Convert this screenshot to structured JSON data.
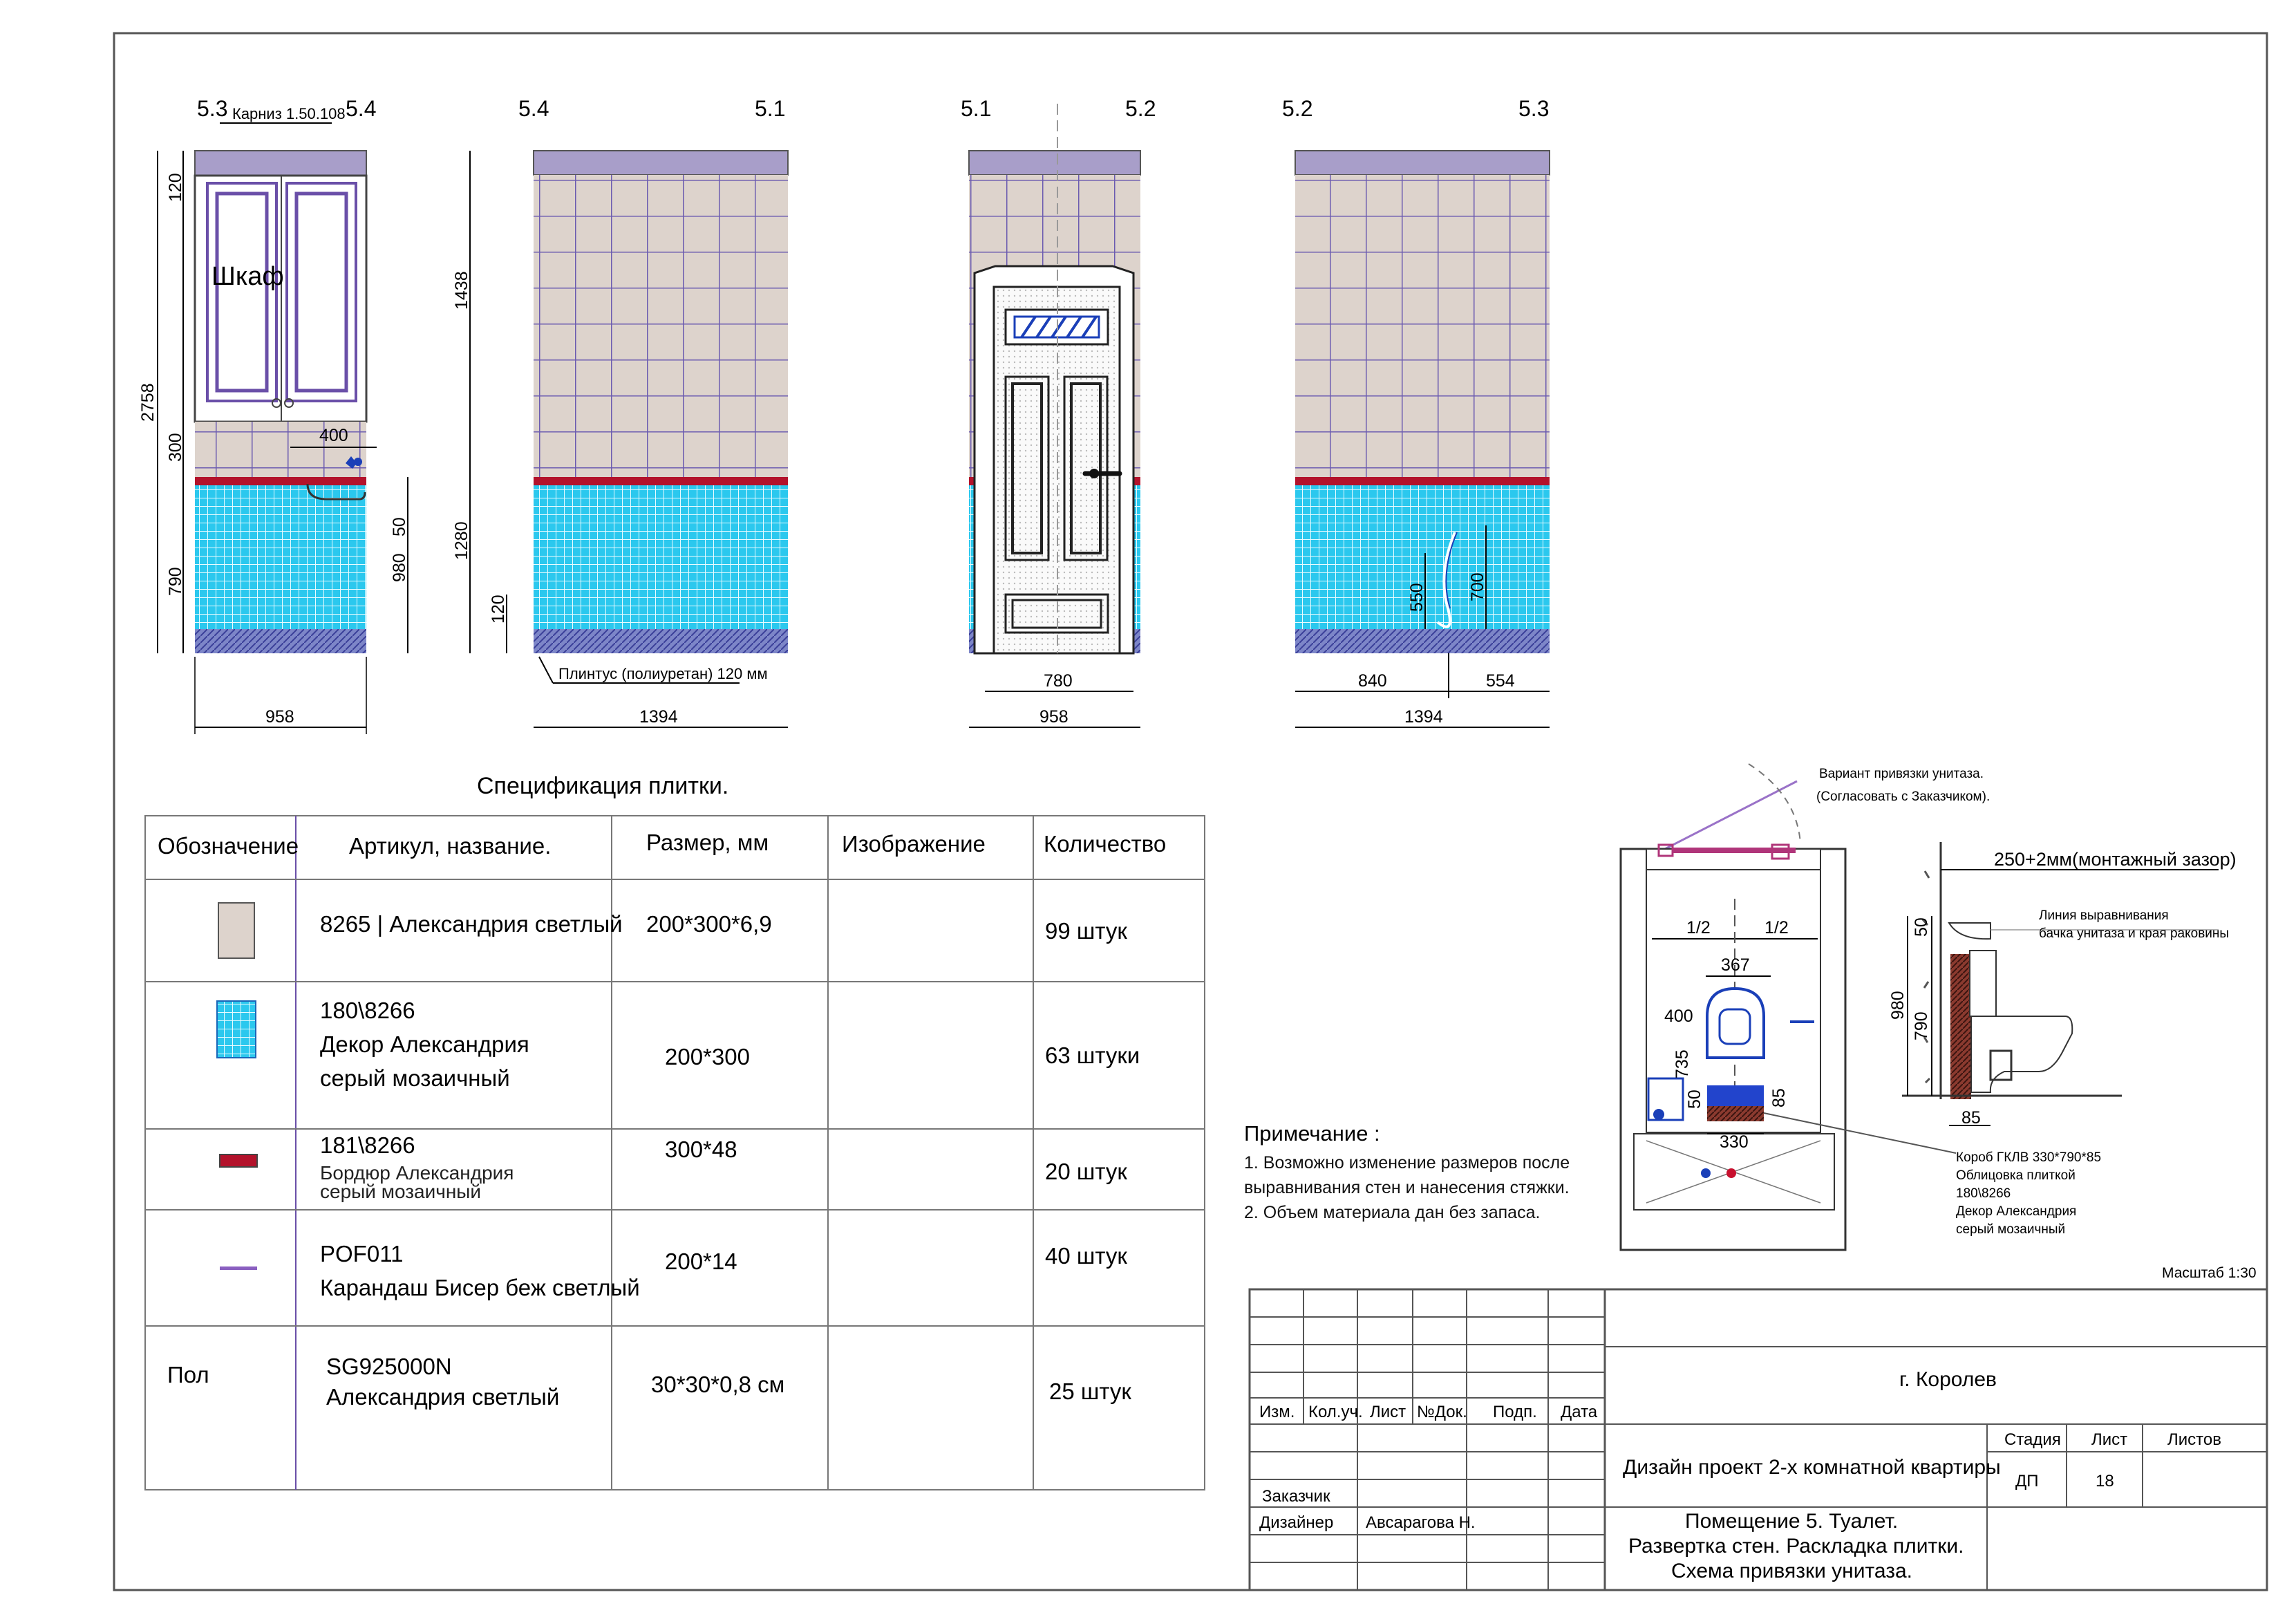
{
  "sheet": {
    "scale": "Масштаб 1:30"
  },
  "wall_markers": {
    "w1_left": "5.3",
    "w1_right": "5.4",
    "w2_left": "5.4",
    "w2_right": "5.1",
    "w3_left": "5.1",
    "w3_right": "5.2",
    "w4_left": "5.2",
    "w4_right": "5.3"
  },
  "elevation1": {
    "cornice_label": "Карниз 1.50.108",
    "cabinet_label": "Шкаф",
    "dims": {
      "left_top": "120",
      "left_total": "2758",
      "left_mid": "300",
      "left_bottom": "790",
      "sink_width": "400",
      "inner_50": "50",
      "inner_980": "980",
      "right_top": "1438",
      "right_bottom": "1280",
      "width": "958"
    }
  },
  "elevation2": {
    "baseboard_label": "Плинтус (полиуретан) 120 мм",
    "dims": {
      "left": "120",
      "width": "1394"
    }
  },
  "elevation3": {
    "dims": {
      "door": "780",
      "width": "958"
    }
  },
  "elevation4": {
    "dims": {
      "left": "840",
      "right": "554",
      "width": "1394",
      "h550": "550",
      "h700": "700"
    }
  },
  "spec": {
    "title": "Спецификация плитки.",
    "headers": [
      "Обозначение",
      "Артикул, название.",
      "Размер, мм",
      "Изображение",
      "Количество"
    ],
    "rows": [
      {
        "symbol": "wall-tile",
        "name1": "8265 | Александрия светлый",
        "name2": "",
        "name3": "",
        "size": "200*300*6,9",
        "qty": "99 штук"
      },
      {
        "symbol": "mosaic-tile",
        "name1": "180\\8266",
        "name2": "Декор Александрия",
        "name3": "серый мозаичный",
        "size": "200*300",
        "qty": "63 штуки"
      },
      {
        "symbol": "border-tile",
        "name1": "181\\8266",
        "name2": "Бордюр Александрия",
        "name3": "серый мозаичный",
        "size": "300*48",
        "qty": "20 штук"
      },
      {
        "symbol": "pencil-tile",
        "name1": "POF011",
        "name2": "Карандаш Бисер беж светлый",
        "name3": "",
        "size": "200*14",
        "qty": "40 штук"
      },
      {
        "symbol": "Пол",
        "name1": "SG925000N",
        "name2": "Александрия светлый",
        "name3": "",
        "size": "30*30*0,8 см",
        "qty": "25 штук"
      }
    ]
  },
  "note": {
    "title": "Примечание :",
    "line1": "1. Возможно изменение размеров после",
    "line2": "выравнивания стен и нанесения стяжки.",
    "line3": "2. Объем материала дан без запаса."
  },
  "toilet_plan": {
    "title1": "Вариант  привязки унитаза.",
    "title2": "(Согласовать с Заказчиком).",
    "half_left": "1/2",
    "half_right": "1/2",
    "d367": "367",
    "d400": "400",
    "d735": "735",
    "d50": "50",
    "d85": "85",
    "d330": "330"
  },
  "toilet_section": {
    "gap_label": "250+2мм(монтажный зазор)",
    "level1": "Линия выравнивания",
    "level2": "бачка унитаза и края раковины",
    "d50": "50",
    "d980": "980",
    "d790": "790",
    "d85": "85",
    "box1": "Короб ГКЛВ 330*790*85",
    "box2": "Облицовка плиткой",
    "box3": "180\\8266",
    "box4": "Декор Александрия",
    "box5": "серый мозаичный"
  },
  "title_block": {
    "city": "г. Королев",
    "col_izm": "Изм.",
    "col_kol": "Кол.уч.",
    "col_list": "Лист",
    "col_doc": "№Док.",
    "col_podp": "Подп.",
    "col_date": "Дата",
    "project": "Дизайн проект 2-х комнатной квартиры",
    "stage_h": "Стадия",
    "sheet_h": "Лист",
    "sheets_h": "Листов",
    "stage": "ДП",
    "sheet_no": "18",
    "customer_label": "Заказчик",
    "designer_label": "Дизайнер",
    "designer": "Авсарагова Н.",
    "desc1": "Помещение 5. Туалет.",
    "desc2": "Развертка стен. Раскладка плитки.",
    "desc3": "Схема привязки унитаза."
  }
}
